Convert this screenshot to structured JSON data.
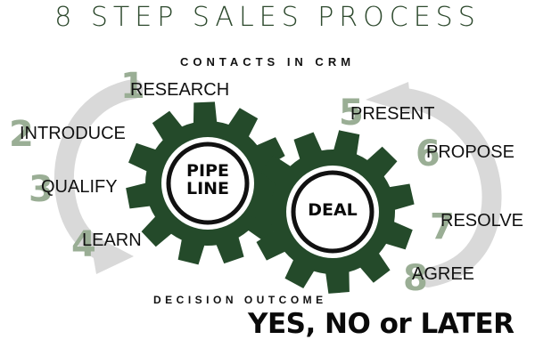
{
  "title": "8 STEP SALES PROCESS",
  "subtitle": "CONTACTS IN CRM",
  "gears": {
    "left_label": "PIPE LINE",
    "left_line1": "PIPE",
    "left_line2": "LINE",
    "right_label": "DEAL"
  },
  "steps": [
    {
      "number": "1",
      "label": "RESEARCH"
    },
    {
      "number": "2",
      "label": "INTRODUCE"
    },
    {
      "number": "3",
      "label": "QUALIFY"
    },
    {
      "number": "4",
      "label": "LEARN"
    },
    {
      "number": "5",
      "label": "PRESENT"
    },
    {
      "number": "6",
      "label": "PROPOSE"
    },
    {
      "number": "7",
      "label": "RESOLVE"
    },
    {
      "number": "8",
      "label": "AGREE"
    }
  ],
  "decision": {
    "heading": "DECISION OUTCOME",
    "outcome": "YES, NO or LATER"
  },
  "colors": {
    "gear_green": "#244a2a",
    "arrow_gray": "#d9d9d9",
    "number_sage": "#9aae95"
  }
}
